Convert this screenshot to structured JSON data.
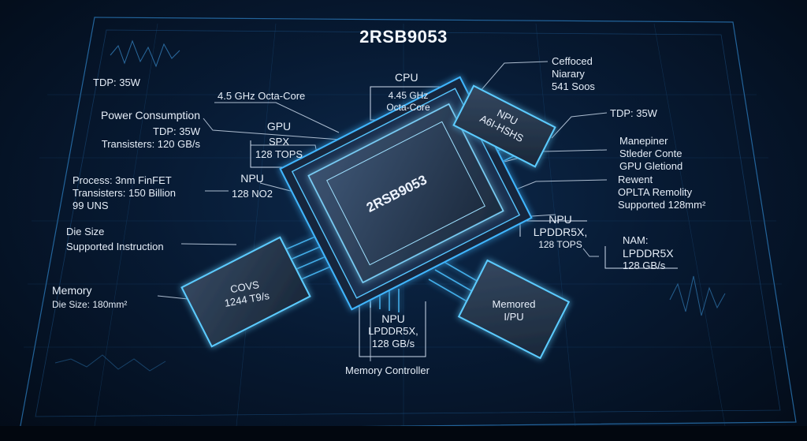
{
  "title": "2RSB9053",
  "chip_label": "2RSB9053",
  "callouts": {
    "tdp_top_left": "TDP: 35W",
    "octa_core": "4.5 GHz Octa-Core",
    "power_consumption": {
      "lines": [
        "Power Consumption",
        "TDP: 35W",
        "Transisters: 120 GB/s"
      ]
    },
    "gpu": {
      "lines": [
        "GPU",
        "SPX",
        "128 TOPS"
      ]
    },
    "npu_left": {
      "lines": [
        "NPU",
        "128 NO2"
      ]
    },
    "process": {
      "lines": [
        "Process: 3nm FinFET",
        "Transisters: 150 Billion",
        "99 UNS"
      ]
    },
    "die_size": {
      "lines": [
        "Die Size",
        "Supported Instruction"
      ]
    },
    "memory": {
      "lines": [
        "Memory",
        "Die Size: 180mm²"
      ]
    },
    "cpu_box": {
      "header": "CPU",
      "lines": [
        "4.45 GHz",
        "Octa-Core"
      ]
    },
    "top_right": {
      "lines": [
        "Ceffoced",
        "Niarary",
        "541 Soos"
      ]
    },
    "tdp_right": "TDP: 35W",
    "right_stack": {
      "lines": [
        "Manepiner",
        "Stleder Conte",
        "GPU Gletiond"
      ]
    },
    "right_stack2": {
      "lines": [
        "Rewent",
        "OPLTA Remolity",
        "Supported 128mm²"
      ]
    },
    "npu_right": {
      "lines": [
        "NPU",
        "LPDDR5X,",
        "128 TOPS"
      ]
    },
    "nam": {
      "lines": [
        "NAM:",
        "LPDDR5X",
        "128 GB/s"
      ]
    },
    "npu_bottom": {
      "lines": [
        "NPU",
        "LPDDR5X,",
        "128 GB/s"
      ]
    },
    "memory_controller": "Memory  Controller"
  },
  "modules": {
    "npu_module": {
      "lines": [
        "NPU",
        "A6I-HSHS"
      ]
    },
    "covs_module": {
      "lines": [
        "COVS",
        "1244 T9/s"
      ]
    },
    "memored_module": {
      "lines": [
        "Memored",
        "I/PU"
      ]
    }
  },
  "colors": {
    "accent": "#3fb6ff",
    "glow": "#5fd0ff",
    "chip_fill": "#2a3d55",
    "background": "#071a33"
  }
}
